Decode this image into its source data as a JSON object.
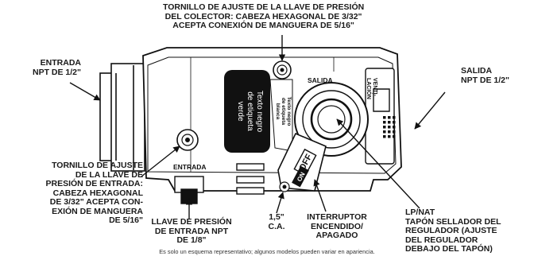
{
  "callouts": {
    "outlet_pressure_screw": "TORNILLO DE AJUSTE DE LA LLAVE DE PRESIÓN\nDEL COLECTOR: CABEZA HEXAGONAL DE 3/32\"\nACEPTA CONEXIÓN DE MANGUERA DE 5/16\"",
    "inlet": "ENTRADA\nNPT DE 1/2\"",
    "outlet": "SALIDA\nNPT DE 1/2\"",
    "inlet_pressure_screw": "TORNILLO DE AJUSTE\nDE LA LLAVE DE\nPRESIÓN DE ENTRADA:\nCABEZA HEXAGONAL\nDE 3/32\" ACEPTA CON-\nEXIÓN DE MANGUERA\nDE 5/16\"",
    "inlet_pressure_tap": "LLAVE DE PRESIÓN\nDE ENTRADA NPT\nDE 1/8\"",
    "wc": "1,5\"\nC.A.",
    "switch": "INTERRUPTOR\nENCENDIDO/\nAPAGADO",
    "regulator": "LP/NAT\nTAPÓN SELLADOR DEL\nREGULADOR (AJUSTE\nDEL REGULADOR\nDEBAJO DEL TAPÓN)"
  },
  "body_labels": {
    "salida": "SALIDA",
    "entrada": "ENTRADA",
    "venti_1": "VENTI-",
    "venti_2": "LACIÓN",
    "off": "OFF",
    "on": "ON",
    "green_label_1": "Texto negro",
    "green_label_2": "de etiqueta",
    "green_label_3": "verde",
    "white_label_1": "Texto negro",
    "white_label_2": "de etiqueta",
    "white_label_3": "blanca"
  },
  "footnote": "Es solo un esquema representativo; algunos modelos pueden variar en apariencia."
}
